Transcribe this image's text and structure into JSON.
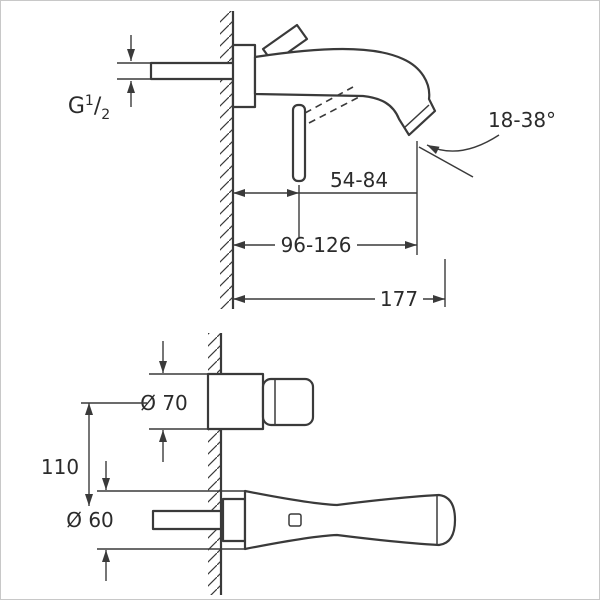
{
  "labels": {
    "thread_size": {
      "letter": "G",
      "numerator": "1",
      "slash": "/",
      "denominator": "2"
    },
    "spout_angle_range": "18-38°",
    "handle_projection_range": "54-84",
    "aerator_projection_range": "96-126",
    "total_projection": "177",
    "escutcheon_diameter": "Ø 70",
    "vertical_center_distance": "110",
    "spout_base_diameter": "Ø 60"
  },
  "colors": {
    "background": "#ffffff",
    "line": "#3a3a3a",
    "text": "#2b2b2b",
    "border": "#c8c8c8"
  }
}
